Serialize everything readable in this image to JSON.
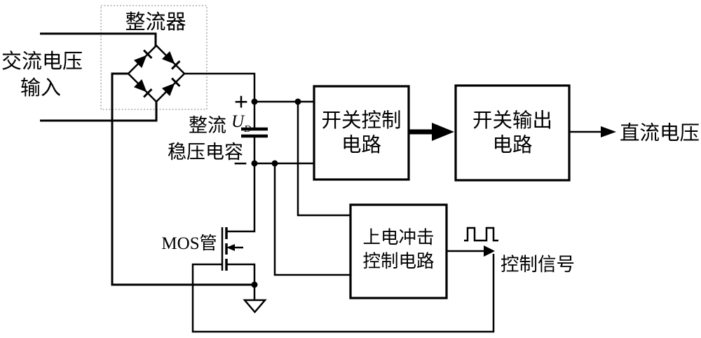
{
  "diagram": {
    "title_note": "power-supply block diagram",
    "labels": {
      "rectifier": "整流器",
      "ac_input_line1": "交流电压",
      "ac_input_line2": "输入",
      "cap_line1": "整流",
      "cap_line2": "稳压电容",
      "cap_voltage": "U",
      "cap_voltage_sub": "D",
      "plus": "+",
      "minus": "−",
      "mosfet": "MOS管",
      "dc_output": "直流电压",
      "control_signal": "控制信号"
    },
    "blocks": [
      {
        "id": "switch-control-circuit",
        "line1": "开关控制",
        "line2": "电路"
      },
      {
        "id": "switch-output-circuit",
        "line1": "开关输出",
        "line2": "电路"
      },
      {
        "id": "surge-control-circuit",
        "line1": "上电冲击",
        "line2": "控制电路"
      }
    ],
    "colors": {
      "line": "#000000",
      "dashed_box": "#9a9a9a",
      "background": "#ffffff"
    }
  }
}
